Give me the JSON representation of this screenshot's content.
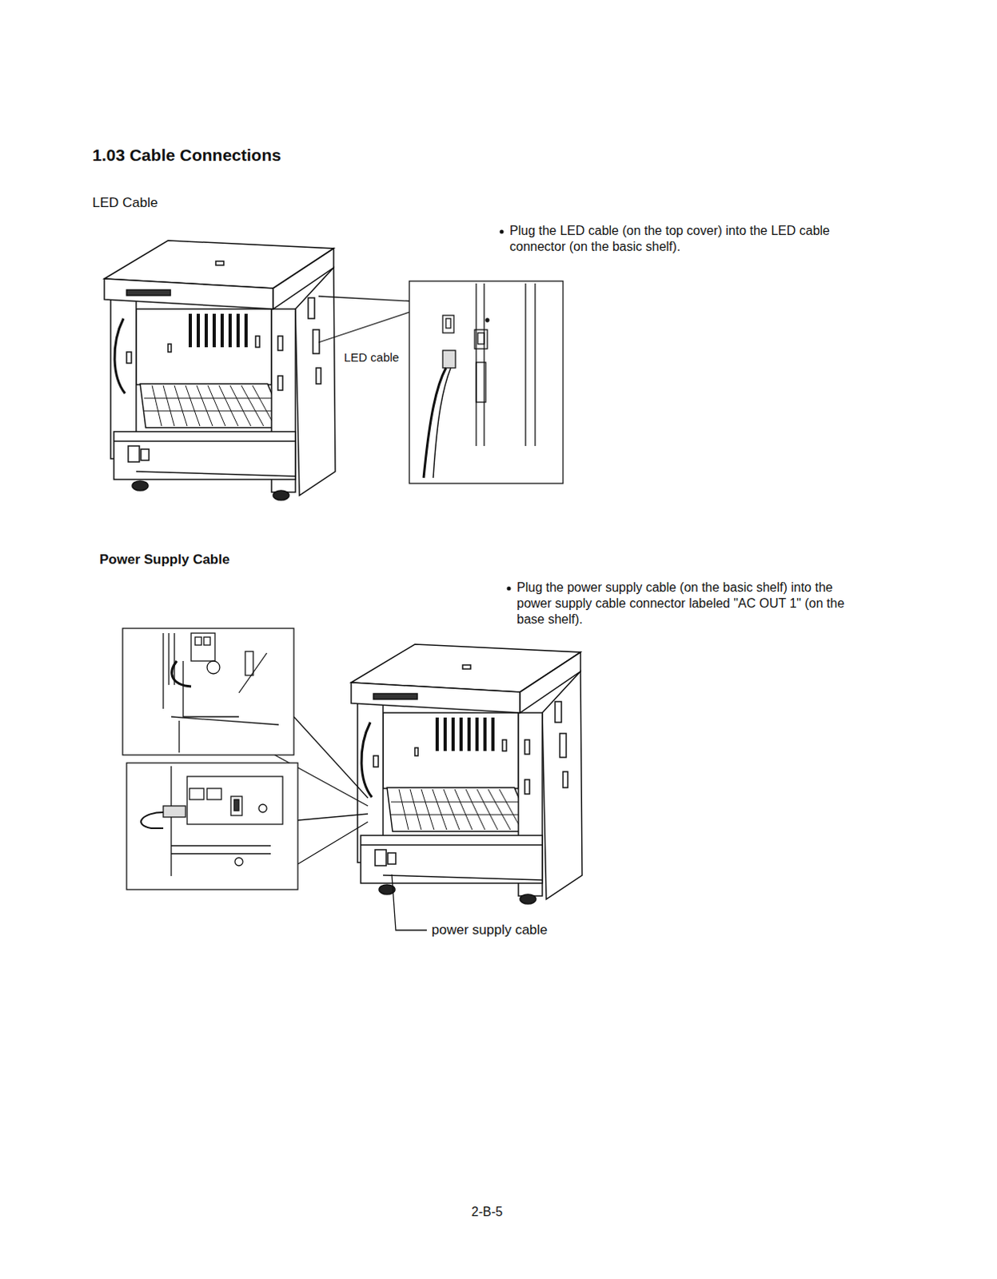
{
  "diagram": {
    "title": "1.03 Cable Connections",
    "labels": [
      "LED Cable",
      "Plug the LED cable (on the top cover) into the LED cable connector (on the basic shelf).",
      "LED cable",
      "Power Supply Cable",
      "Plug the power supply cable (on the basic shelf) into the power supply cable connector labeled \"AC OUT 1\" (on the base shelf).",
      "power supply cable",
      "2-B-5"
    ]
  }
}
